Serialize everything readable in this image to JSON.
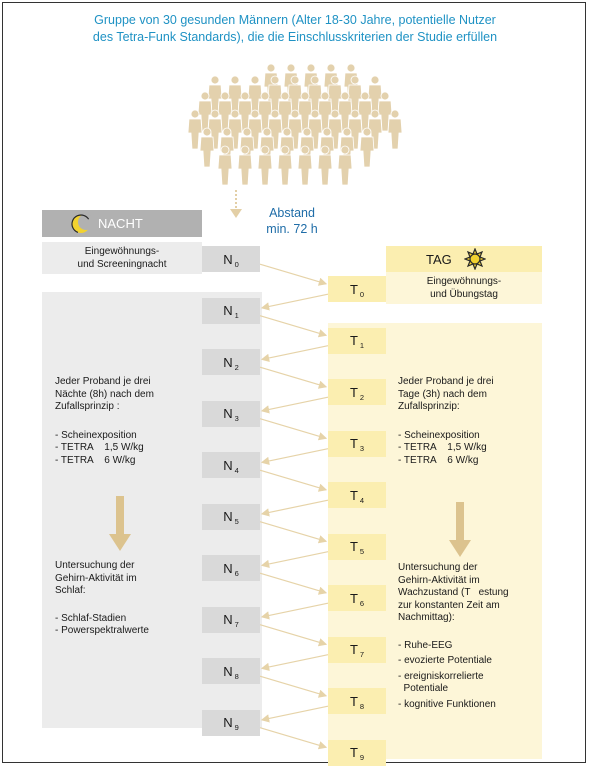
{
  "headline_line1": "Gruppe von 30 gesunden Männern (Alter 18-30 Jahre, potentielle Nutzer",
  "headline_line2": "des Tetra-Funk Standards), die die Einschlusskriterien der Studie erfüllen",
  "nacht_label": "NACHT",
  "tag_label": "TAG",
  "abstand_line1": "Abstand",
  "abstand_line2": "min. 72 h",
  "screening_line1": "Eingewöhnungs-",
  "screening_line2": "und Screeningnacht",
  "uebung_line1": "Eingewöhnungs-",
  "uebung_line2": "und Übungstag",
  "night_nodes": [
    {
      "letter": "N",
      "index": "0"
    },
    {
      "letter": "N",
      "index": "1"
    },
    {
      "letter": "N",
      "index": "2"
    },
    {
      "letter": "N",
      "index": "3"
    },
    {
      "letter": "N",
      "index": "4"
    },
    {
      "letter": "N",
      "index": "5"
    },
    {
      "letter": "N",
      "index": "6"
    },
    {
      "letter": "N",
      "index": "7"
    },
    {
      "letter": "N",
      "index": "8"
    },
    {
      "letter": "N",
      "index": "9"
    }
  ],
  "day_nodes": [
    {
      "letter": "T",
      "index": "0"
    },
    {
      "letter": "T",
      "index": "1"
    },
    {
      "letter": "T",
      "index": "2"
    },
    {
      "letter": "T",
      "index": "3"
    },
    {
      "letter": "T",
      "index": "4"
    },
    {
      "letter": "T",
      "index": "5"
    },
    {
      "letter": "T",
      "index": "6"
    },
    {
      "letter": "T",
      "index": "7"
    },
    {
      "letter": "T",
      "index": "8"
    },
    {
      "letter": "T",
      "index": "9"
    }
  ],
  "nacht_protocol": {
    "intro": [
      "Jeder Proband je drei",
      "Nächte (8h) nach dem",
      "Zufallsprinzip :"
    ],
    "conditions": [
      "- Scheinexposition",
      "- TETRA    1,5 W/kg",
      "- TETRA    6 W/kg"
    ],
    "study": [
      "Untersuchung der",
      "Gehirn-Aktivität im",
      "Schlaf:"
    ],
    "measures": [
      "- Schlaf-Stadien",
      "- Powerspektralwerte"
    ]
  },
  "tag_protocol": {
    "intro": [
      "Jeder Proband je drei",
      "Tage (3h) nach dem",
      "Zufallsprinzip:"
    ],
    "conditions": [
      "- Scheinexposition",
      "- TETRA    1,5 W/kg",
      "- TETRA    6 W/kg"
    ],
    "study": [
      "Untersuchung der",
      "Gehirn-Aktivität im",
      "Wachzustand (T   estung",
      "zur konstanten Zeit am",
      "Nachmittag):"
    ],
    "measures": [
      "- Ruhe-EEG",
      "- evozierte Potentiale",
      "- ereigniskorrelierte",
      "  Potentiale",
      "- kognitive Funktionen"
    ]
  },
  "colors": {
    "headline": "#1f92c4",
    "night_band": "#ececec",
    "node_gray": "#d9d9d9",
    "day_band": "#fdf6d8",
    "node_yellow": "#fbeeb0",
    "arrow": "#e6d3a8",
    "person": "#e3d1ad"
  },
  "icons": {
    "night": "moon-icon",
    "day": "sun-icon",
    "group": "people-crowd-icon"
  }
}
